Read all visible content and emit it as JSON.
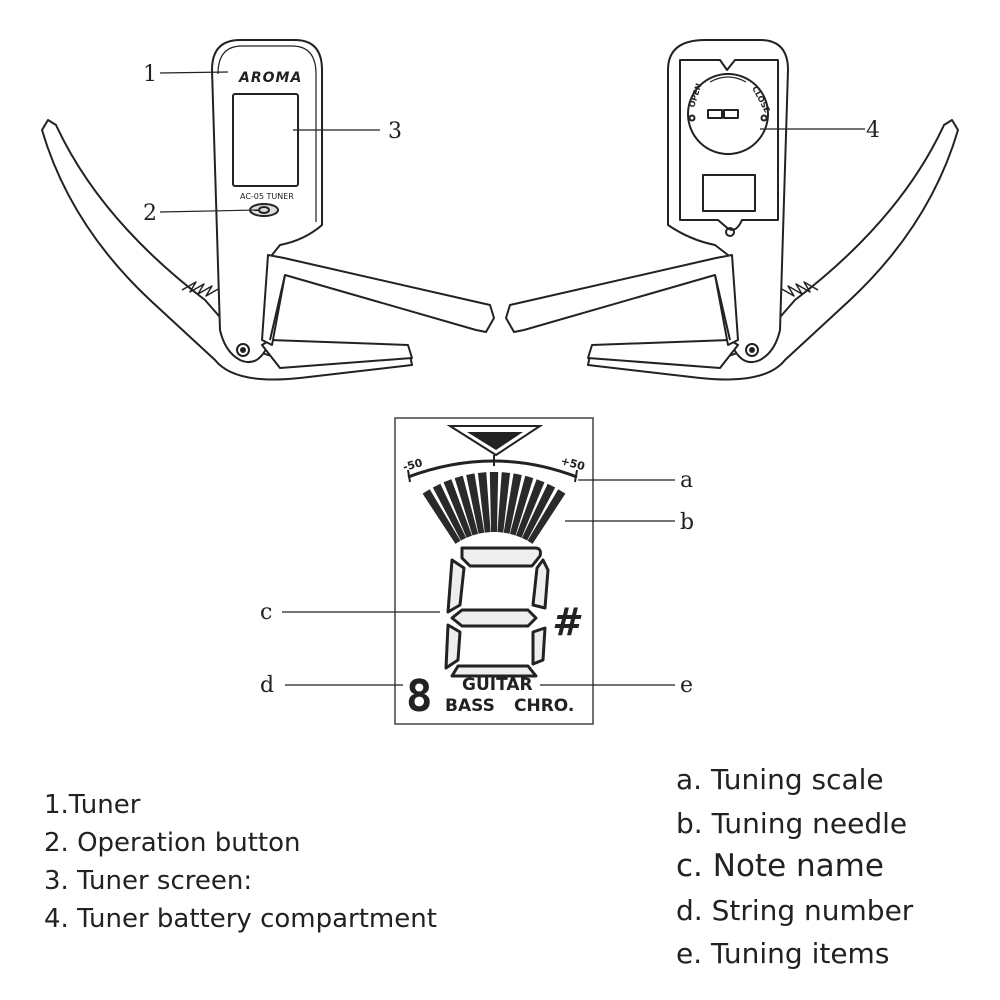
{
  "device": {
    "brand": "AROMA",
    "model": "AC-05 TUNER",
    "battery_open": "OPEN",
    "battery_close": "CLOSE"
  },
  "callouts": [
    "1",
    "2",
    "3",
    "4"
  ],
  "display": {
    "scale_minus": "-50",
    "scale_plus": "+50",
    "sharp": "#",
    "string_digit": "8",
    "mode_guitar": "GUITAR",
    "mode_bass": "BASS",
    "mode_chro": "CHRO.",
    "labels": [
      "a",
      "b",
      "c",
      "d",
      "e"
    ]
  },
  "legend_numbers": [
    "1.Tuner",
    "2. Operation button",
    "3. Tuner screen:",
    "4. Tuner battery compartment"
  ],
  "legend_letters": [
    "a. Tuning scale",
    "b. Tuning needle",
    "c. Note name",
    "d. String number",
    "e. Tuning items"
  ]
}
